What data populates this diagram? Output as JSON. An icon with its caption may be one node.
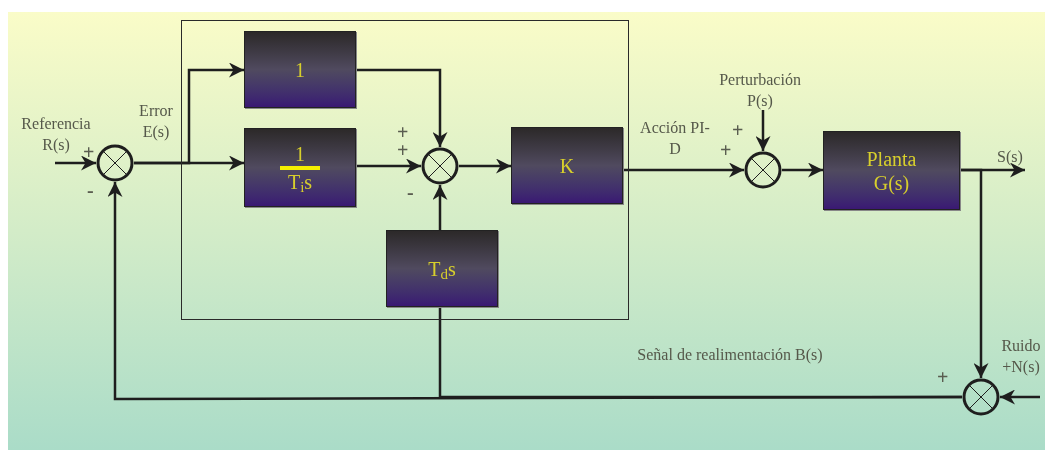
{
  "diagram": {
    "nodes": [
      {
        "text": [],
        "shape": "box"
      },
      {
        "text": [],
        "shape": "circle"
      },
      {
        "text": [
          "1"
        ],
        "in": 0
      },
      {
        "text": [
          "1",
          "T$_{i}$s"
        ],
        "in": 0
      },
      {
        "text": [],
        "shape": "circle",
        "in": 0
      },
      {
        "text": [
          "K"
        ],
        "in": 0
      },
      {
        "text": [
          "T$_{d}$s"
        ],
        "in": 0
      },
      {
        "text": [],
        "shape": "circle"
      },
      {
        "text": [
          "Planta G(s)"
        ]
      },
      {
        "text": [],
        "shape": "circle"
      }
    ],
    "edges": [
      {
        "from": null,
        "to": 1,
        "arrow": "to",
        "label": "Referencia R(s)"
      },
      {
        "from": 1,
        "to": 3,
        "arrow": "to",
        "label": "Error E(s)"
      },
      {
        "from": 1,
        "to": 2,
        "arrow": "to"
      },
      {
        "from": 2,
        "to": 4,
        "arrow": "to"
      },
      {
        "from": 3,
        "to": 4,
        "arrow": "to"
      },
      {
        "from": 4,
        "to": 5,
        "arrow": "to"
      },
      {
        "from": 6,
        "to": 4,
        "arrow": "to"
      },
      {
        "from": 5,
        "to": 7,
        "arrow": "to",
        "label": "Acción PI-D"
      },
      {
        "from": null,
        "to": 7,
        "arrow": "to",
        "label": "Perturbación P(s)"
      },
      {
        "from": 7,
        "to": 8,
        "arrow": "to"
      },
      {
        "from": 8,
        "to": null,
        "arrow": "to",
        "label": "S(s)"
      },
      {
        "from": 8,
        "to": 9,
        "arrow": "to"
      },
      {
        "from": null,
        "to": 9,
        "arrow": "to",
        "label": "Ruido +N(s)"
      },
      {
        "from": 9,
        "to": 1,
        "arrow": "to",
        "label": "Señal de realimentación B(s)"
      },
      {
        "from": 9,
        "to": 6,
        "arrow": "none"
      }
    ],
    "labels": [
      "+",
      "+",
      "+",
      "+",
      "+",
      "-",
      "-",
      "+"
    ]
  }
}
